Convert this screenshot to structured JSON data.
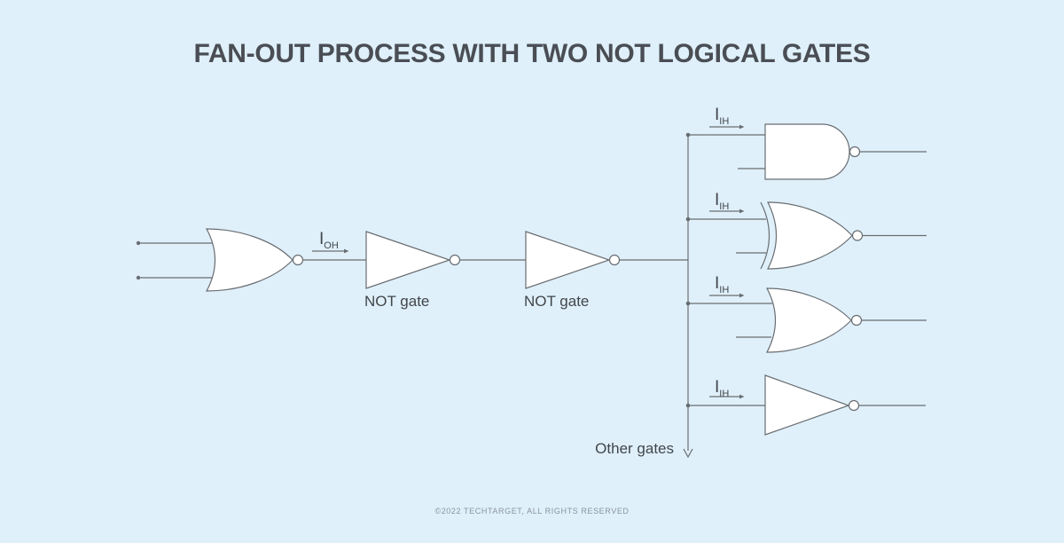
{
  "title": "FAN-OUT PROCESS WITH TWO NOT LOGICAL GATES",
  "footer": "©2022 TECHTARGET, ALL RIGHTS RESERVED",
  "colors": {
    "background": "#dff0fb",
    "line": "#696d71",
    "gate_fill": "#ffffff",
    "title_text": "#4a4e54",
    "label_text": "#42464a",
    "footer_text": "#8b939b"
  },
  "labels": {
    "output_current": {
      "base": "I",
      "sub": "OH"
    },
    "input_current": {
      "base": "I",
      "sub": "IH"
    },
    "not_gate_left": "NOT gate",
    "not_gate_right": "NOT gate",
    "other_gates": "Other gates"
  }
}
